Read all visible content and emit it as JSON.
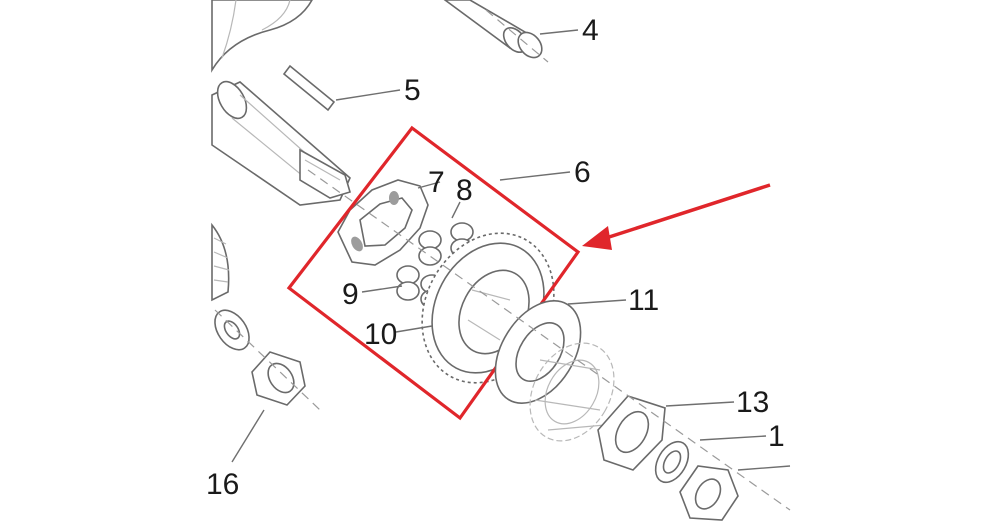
{
  "diagram": {
    "callouts": [
      {
        "id": "4",
        "text": "4"
      },
      {
        "id": "5",
        "text": "5"
      },
      {
        "id": "6",
        "text": "6"
      },
      {
        "id": "7",
        "text": "7"
      },
      {
        "id": "8",
        "text": "8"
      },
      {
        "id": "9",
        "text": "9"
      },
      {
        "id": "10",
        "text": "10"
      },
      {
        "id": "11",
        "text": "11"
      },
      {
        "id": "13",
        "text": "13"
      },
      {
        "id": "1",
        "text": "1"
      },
      {
        "id": "16",
        "text": "16"
      }
    ],
    "highlight_color": "#e0262b",
    "line_color": "#6a6a6a",
    "label_color": "#1a1a1a"
  }
}
